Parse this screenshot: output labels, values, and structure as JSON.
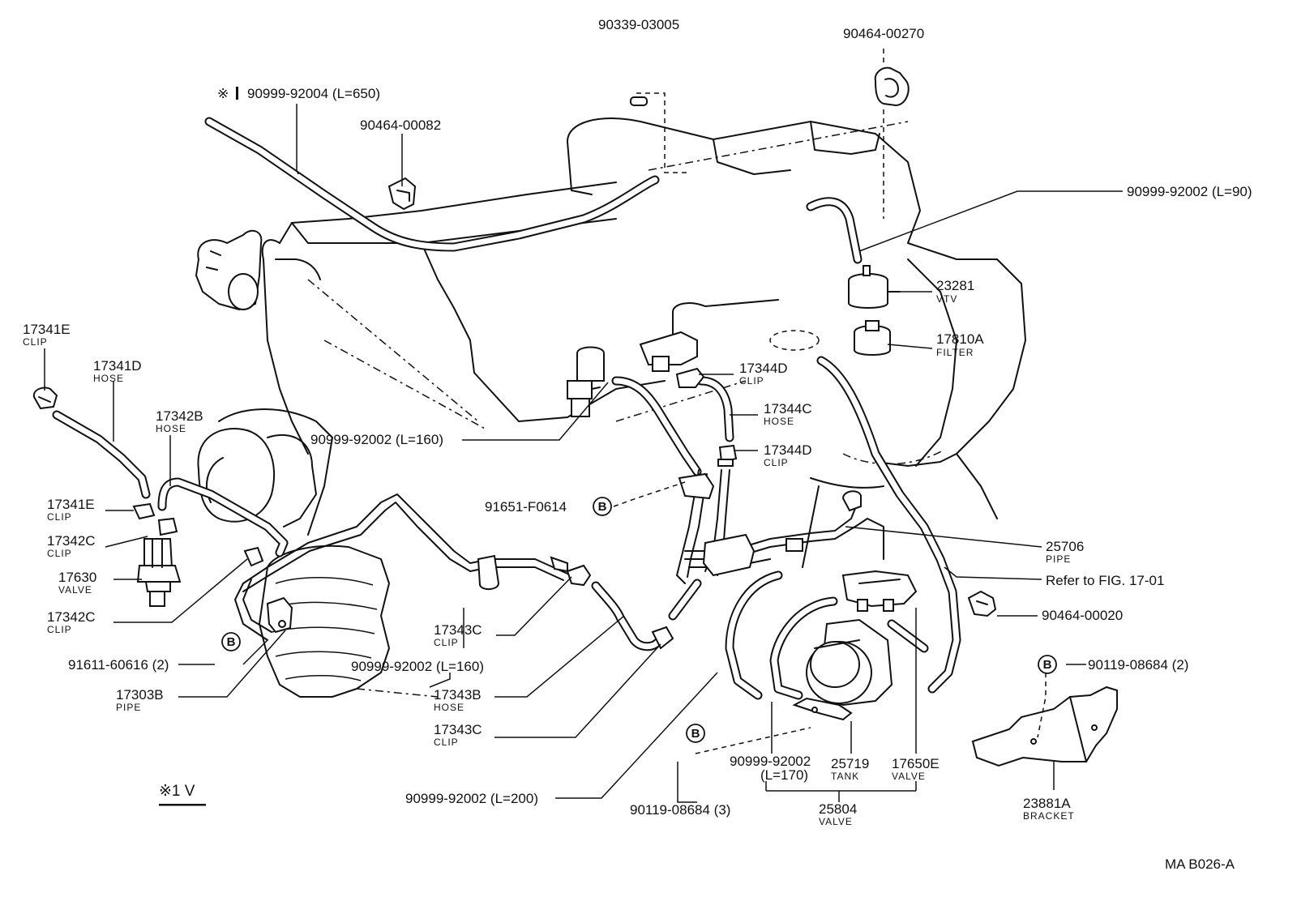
{
  "labels": {
    "p90339": "90339-03005",
    "p90464_00270": "90464-00270",
    "note_mark": "※",
    "p90999_92004": "90999-92004 (L=650)",
    "p90464_00082": "90464-00082",
    "p90999_92002_90": "90999-92002 (L=90)",
    "p23281": "23281",
    "p23281_sub": "VTV",
    "p17810A": "17810A",
    "p17810A_sub": "FILTER",
    "p17344D_top": "17344D",
    "p17344D_top_sub": "CLIP",
    "p17344C": "17344C",
    "p17344C_sub": "HOSE",
    "p17344D_bot": "17344D",
    "p17344D_bot_sub": "CLIP",
    "p17341E_top": "17341E",
    "p17341E_top_sub": "CLIP",
    "p17341D": "17341D",
    "p17341D_sub": "HOSE",
    "p17342B": "17342B",
    "p17342B_sub": "HOSE",
    "p90999_92002_160a": "90999-92002 (L=160)",
    "p91651": "91651-F0614",
    "p17341E_bot": "17341E",
    "p17341E_bot_sub": "CLIP",
    "p17342C_top": "17342C",
    "p17342C_top_sub": "CLIP",
    "p17630": "17630",
    "p17630_sub": "VALVE",
    "p17342C_bot": "17342C",
    "p17342C_bot_sub": "CLIP",
    "p91611": "91611-60616 (2)",
    "p17303B": "17303B",
    "p17303B_sub": "PIPE",
    "p17343C_top": "17343C",
    "p17343C_top_sub": "CLIP",
    "p90999_92002_160b": "90999-92002 (L=160)",
    "p17343B": "17343B",
    "p17343B_sub": "HOSE",
    "p17343C_bot": "17343C",
    "p17343C_bot_sub": "CLIP",
    "p25706": "25706",
    "p25706_sub": "PIPE",
    "refer": "Refer to FIG. 17-01",
    "p90464_00020": "90464-00020",
    "p90119_2": "90119-08684 (2)",
    "p90999_92002_170": "90999-92002",
    "p90999_92002_170_len": "(L=170)",
    "p25719": "25719",
    "p25719_sub": "TANK",
    "p17650E": "17650E",
    "p17650E_sub": "VALVE",
    "p25804": "25804",
    "p25804_sub": "VALVE",
    "p90999_92002_200": "90999-92002 (L=200)",
    "p90119_3": "90119-08684 (3)",
    "p23881A": "23881A",
    "p23881A_sub": "BRACKET",
    "variant_note": "※1 V",
    "figure_code": "MA  B026-A",
    "circle_b": "B"
  }
}
